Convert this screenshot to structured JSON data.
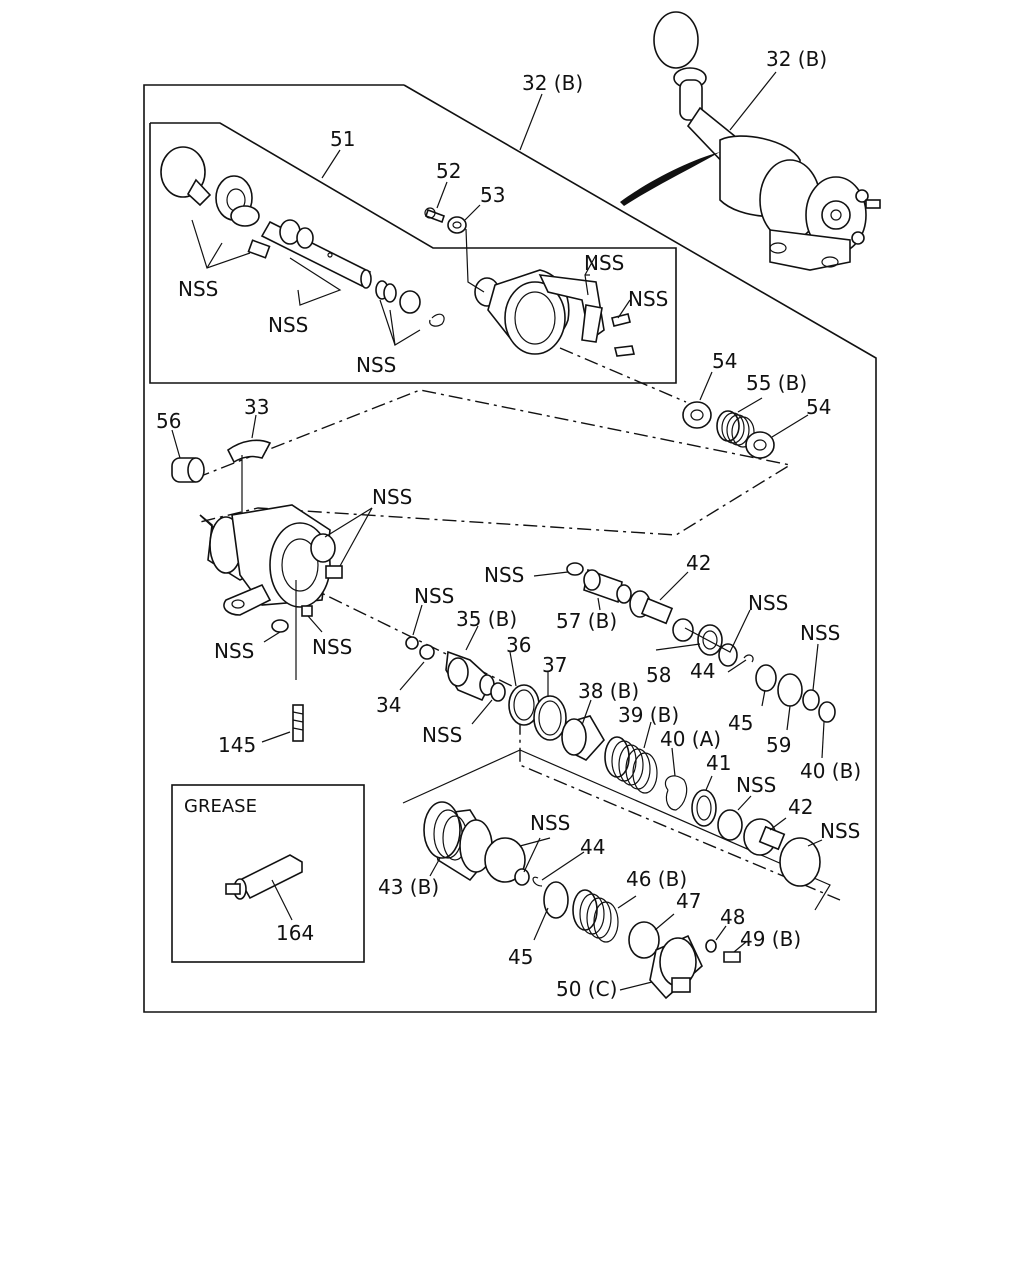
{
  "diagram": {
    "grease_box_title": "GREASE",
    "callouts": {
      "c_32b_top": "32 (B)",
      "c_32b_frame": "32 (B)",
      "c_51": "51",
      "c_52": "52",
      "c_53": "53",
      "c_nss_a1": "NSS",
      "c_nss_a2": "NSS",
      "c_nss_a3": "NSS",
      "c_nss_a4": "NSS",
      "c_nss_a5": "NSS",
      "c_54a": "54",
      "c_55b": "55 (B)",
      "c_54b": "54",
      "c_56": "56",
      "c_33": "33",
      "c_nss_b1": "NSS",
      "c_nss_b2": "NSS",
      "c_nss_b3": "NSS",
      "c_nss_b4": "NSS",
      "c_42a": "42",
      "c_57b": "57 (B)",
      "c_nss_b5": "NSS",
      "c_nss_b6": "NSS",
      "c_35b": "35 (B)",
      "c_34": "34",
      "c_36": "36",
      "c_37": "37",
      "c_nss_b7": "NSS",
      "c_38b": "38 (B)",
      "c_39b": "39 (B)",
      "c_58": "58",
      "c_44a": "44",
      "c_45a": "45",
      "c_59": "59",
      "c_nss_b8": "NSS",
      "c_40b": "40 (B)",
      "c_40a": "40 (A)",
      "c_41": "41",
      "c_nss_c1": "NSS",
      "c_42b": "42",
      "c_nss_c2": "NSS",
      "c_145": "145",
      "c_nss_c3": "NSS",
      "c_44b": "44",
      "c_43b": "43 (B)",
      "c_46b": "46 (B)",
      "c_47": "47",
      "c_48": "48",
      "c_49b": "49 (B)",
      "c_45b": "45",
      "c_50c": "50 (C)",
      "c_164": "164"
    }
  }
}
